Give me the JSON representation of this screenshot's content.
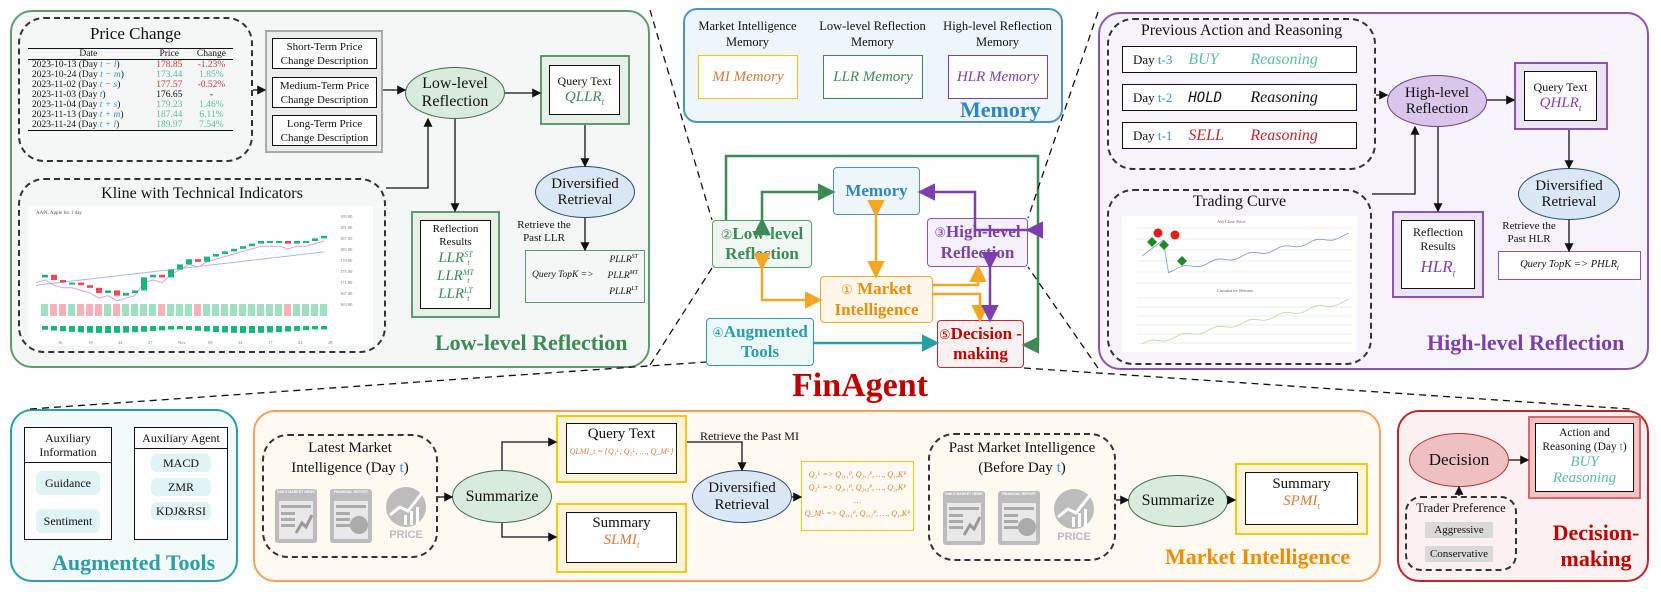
{
  "title": "FinAgent",
  "colors": {
    "green": "#3d8a56",
    "blue": "#2f86c6",
    "purple": "#7d3fae",
    "orange": "#f5a623",
    "teal": "#2a9ea8",
    "red": "#c00000",
    "up": "#5bbf9a",
    "down": "#d9343b",
    "tvar": "#3a8fd6"
  },
  "low_level": {
    "label": "Low-level Reflection",
    "price_change": {
      "title": "Price Change",
      "headers": [
        "Date",
        "Price",
        "Change"
      ],
      "rows": [
        {
          "date": "2023-10-13 (Day ",
          "var": "t − l",
          "price": "178.85",
          "change": "-1.23%",
          "dir": "down"
        },
        {
          "date": "2023-10-24 (Day ",
          "var": "t − m",
          "price": "173.44",
          "change": "1.85%",
          "dir": "up"
        },
        {
          "date": "2023-11-02 (Day ",
          "var": "t − s",
          "price": "177.57",
          "change": "-0.52%",
          "dir": "down"
        },
        {
          "date": "2023-11-03 (Day ",
          "var": "t",
          "price": "176.65",
          "change": "-",
          "dir": "none"
        },
        {
          "date": "2023-11-04 (Day ",
          "var": "t + s",
          "price": "179.23",
          "change": "1.46%",
          "dir": "up"
        },
        {
          "date": "2023-11-13 (Day ",
          "var": "t + m",
          "price": "187.44",
          "change": "6.11%",
          "dir": "up"
        },
        {
          "date": "2023-11-24 (Day ",
          "var": "t + l",
          "price": "189.97",
          "change": "7.54%",
          "dir": "up"
        }
      ]
    },
    "descriptions": [
      "Short-Term Price Change Description",
      "Medium-Term Price Change Description",
      "Long-Term Price Change Description"
    ],
    "kline_title": "Kline with Technical Indicators",
    "kline_header": "AAPL  Apple Inc  1 day",
    "kline_axis": [
      "195.00",
      "191.00",
      "187.00",
      "183.00",
      "179.00",
      "175.00",
      "171.00",
      "167.00",
      "163.00"
    ],
    "kline_dates": [
      "16",
      "19",
      "24",
      "27",
      "Nov",
      "09",
      "14",
      "17",
      "22",
      "28"
    ],
    "reflection_node": "Low-level Reflection",
    "query_title": "Query Text",
    "query_value": "QLLR",
    "query_sub": "t",
    "retrieval": "Diversified Retrieval",
    "retrieve_label": "Retrieve the Past LLR",
    "results_title": "Reflection Results",
    "results": [
      "LLR",
      "LLR",
      "LLR"
    ],
    "results_sup": [
      "ST",
      "MT",
      "LT"
    ],
    "topk_prefix": "Query TopK =>",
    "topk_items": [
      "PLLR",
      "PLLR",
      "PLLR"
    ]
  },
  "memory": {
    "label": "Memory",
    "items": [
      {
        "title": "Market Intelligence Memory",
        "value": "MI Memory"
      },
      {
        "title": "Low-level Reflection Memory",
        "value": "LLR Memory"
      },
      {
        "title": "High-level Reflection Memory",
        "value": "HLR Memory"
      }
    ]
  },
  "core": {
    "memory": "Memory",
    "llr": {
      "num": "②",
      "label": "Low-level Reflection"
    },
    "hlr": {
      "num": "③",
      "label": "High-level Reflection"
    },
    "mi": {
      "num": "①",
      "label": "Market Intelligence"
    },
    "tools": {
      "num": "④",
      "label": "Augmented Tools"
    },
    "decision": {
      "num": "⑤",
      "label": "Decision -making"
    }
  },
  "high_level": {
    "label": "High-level Reflection",
    "previous_title": "Previous Action and Reasoning",
    "previous": [
      {
        "day": "Day ",
        "t": "t-3",
        "action": "BUY",
        "reason": "Reasoning",
        "color": "#5bbf9a"
      },
      {
        "day": "Day ",
        "t": "t-2",
        "action": "HOLD",
        "reason": "Reasoning",
        "color": "#111111"
      },
      {
        "day": "Day ",
        "t": "t-1",
        "action": "SELL",
        "reason": "Reasoning",
        "color": "#c0262d"
      }
    ],
    "trading_curve_title": "Trading Curve",
    "curve_legend_1": "Adj Close Price",
    "curve_legend_2": "Cumulative Returns",
    "reflection_node": "High-level Reflection",
    "query_title": "Query Text",
    "query_value": "QHLR",
    "retrieval": "Diversified Retrieval",
    "retrieve_label": "Retrieve the Past HLR",
    "results_title": "Reflection Results",
    "results_value": "HLR",
    "topk": "Query TopK => PHLR"
  },
  "augmented": {
    "label": "Augmented Tools",
    "info_title": "Auxiliary Information",
    "info_items": [
      "Guidance",
      "Sentiment"
    ],
    "agent_title": "Auxiliary Agent",
    "agent_items": [
      "MACD",
      "ZMR",
      "KDJ&RSI"
    ]
  },
  "market": {
    "label": "Market Intelligence",
    "latest_title_1": "Latest Market",
    "latest_title_2": "Intelligence (Day ",
    "t": "t",
    "icons": [
      "DAILY MARKET NEWS",
      "FINANCIAL REPORT",
      "PRICE"
    ],
    "summarize": "Summarize",
    "query_title": "Query Text",
    "query_formula": "QLMI_t = {Q₁ᴸ, Q₂ᴸ, …, Q_Mᴸ}",
    "summary_title": "Summary",
    "summary_latest": "SLMI",
    "retrieve_label": "Retrieve the Past MI",
    "retrieval": "Diversified Retrieval",
    "retrieval_rows": [
      "Q₁ᴸ => Q₁,₁ᴾ, Q₁,₂ᴾ, …, Q₁,Kᴾ",
      "Q₂ᴸ => Q₂,₁ᴾ, Q₂,₂ᴾ, …, Q₂,Kᴾ",
      "…",
      "Q_Mᴸ => Q₁,₁ᴾ, Q₁,₂ᴾ, …, Q₁,Kᴾ"
    ],
    "past_title_1": "Past Market Intelligence",
    "past_title_2": "(Before Day ",
    "summary_past": "SPMI"
  },
  "decision": {
    "label_1": "Decision-",
    "label_2": "making",
    "node": "Decision",
    "action_title_1": "Action and",
    "action_title_2": "Reasoning (Day ",
    "t": "t",
    "action": "BUY",
    "reason": "Reasoning",
    "pref_title": "Trader Preference",
    "prefs": [
      "Aggressive",
      "Conservative"
    ]
  }
}
